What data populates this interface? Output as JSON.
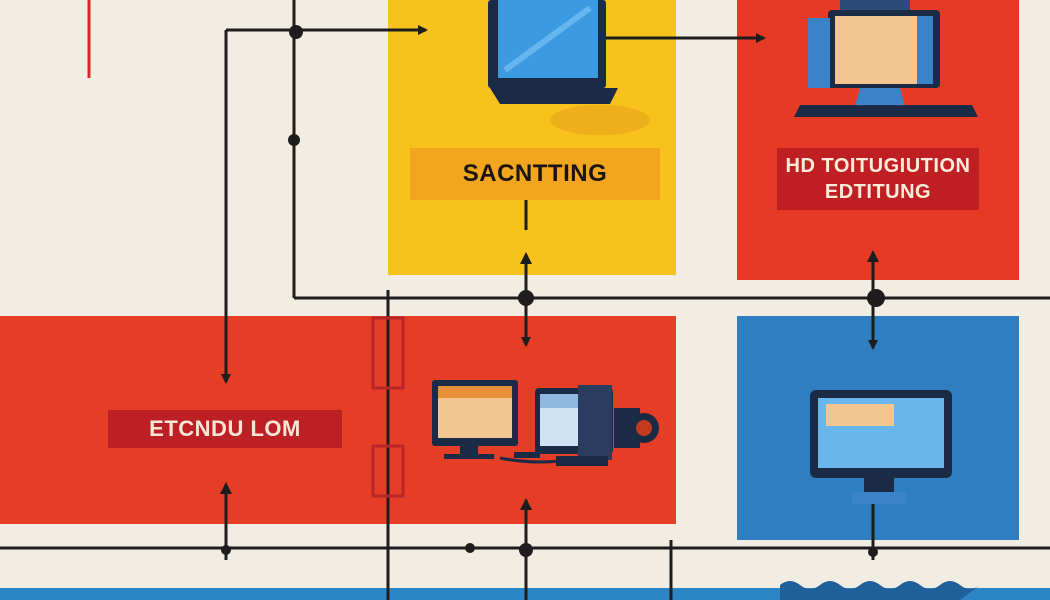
{
  "labels": {
    "top_middle": "SACNTTING",
    "top_right_line1": "HD TOITUGIUTION",
    "top_right_line2": "EDTITUNG",
    "left_middle": "ETCNDU LOM"
  },
  "colors": {
    "background": "#f2ede2",
    "yellow": "#f7c21c",
    "red": "#e63a25",
    "blue": "#2f7fc0",
    "line": "#1d1d1d",
    "accent_red": "#d9262a"
  },
  "icons": [
    "monitor-icon",
    "computer-icon",
    "camera-icon"
  ]
}
